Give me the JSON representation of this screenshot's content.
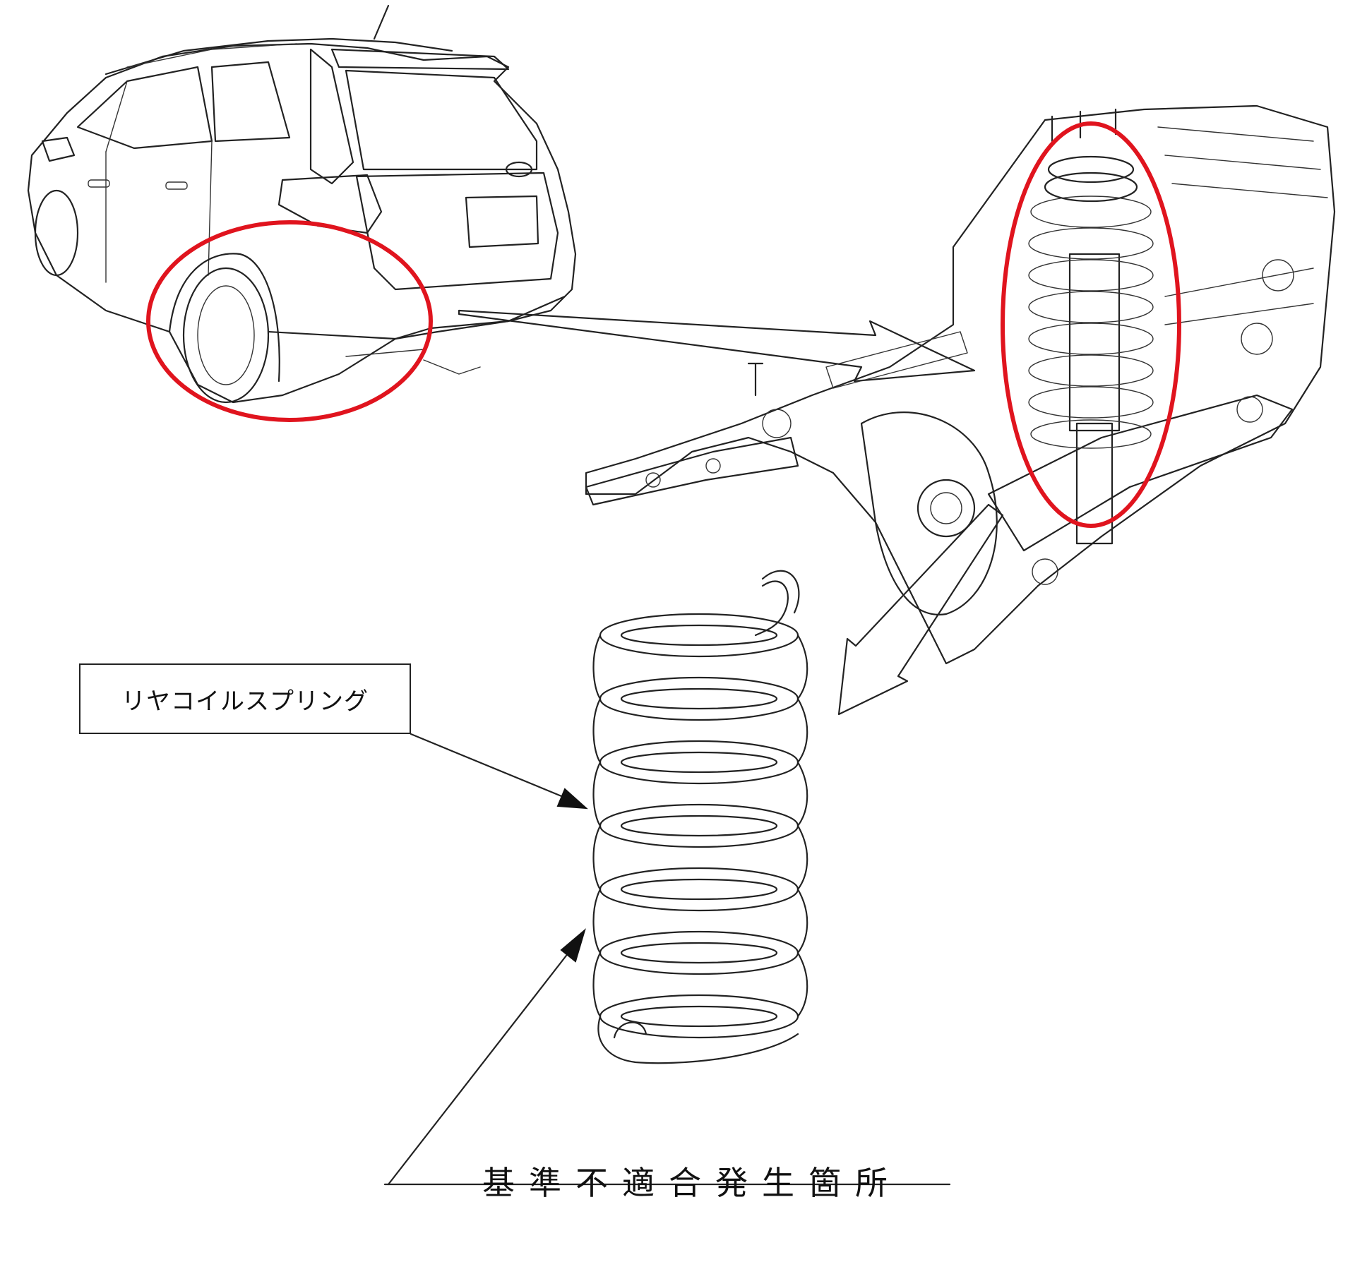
{
  "labels": {
    "part_name": "リヤコイルスプリング",
    "defect_location": "基準不適合発生箇所"
  },
  "colors": {
    "highlight": "#e0141e",
    "ink": "#222222",
    "background": "#ffffff"
  },
  "icons": {
    "vehicle": "suv-rear-view-illustration",
    "assembly": "rear-suspension-assembly-illustration",
    "spring": "coil-spring-illustration"
  }
}
